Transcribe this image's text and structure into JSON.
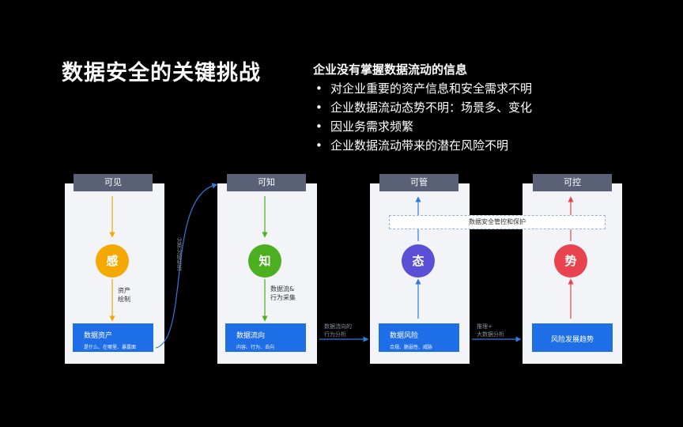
{
  "title": "数据安全的关键挑战",
  "info": {
    "head": "企业没有掌握数据流动的信息",
    "bullets": [
      "对企业重要的资产信息和安全需求不明",
      "企业数据流动态势不明：场景多、变化",
      "因业务需求频繁",
      "企业数据流动带来的潜在风险不明"
    ]
  },
  "stages": [
    {
      "header": "可见",
      "circle": "感",
      "circle_color": "#f5a800",
      "side_label_1": "资产",
      "side_label_2": "绘制",
      "box_title": "数据资产",
      "box_sub": "是什么、在哪里、暴露面"
    },
    {
      "header": "可知",
      "circle": "知",
      "circle_color": "#4caf1f",
      "side_label_1": "数据流&",
      "side_label_2": "行为采集",
      "box_title": "数据流向",
      "box_sub": "内容、行为、去向"
    },
    {
      "header": "可管",
      "circle": "态",
      "circle_color": "#5b4fd6",
      "box_title": "数据风险",
      "box_sub": "合规、脆弱性、威胁"
    },
    {
      "header": "可控",
      "circle": "势",
      "circle_color": "#e8434f",
      "box_title": "风险发展趋势"
    }
  ],
  "band_label": "数据安全管控和保护",
  "connectors": {
    "c1": "分类分级标签",
    "c2_line1": "数据流向的",
    "c2_line2": "行为分析",
    "c3_line1": "推理+",
    "c3_line2": "大数据分析"
  },
  "colors": {
    "background": "#000000",
    "header_bg": "#5a6075",
    "box_blue": "#1e6ee8",
    "arrow_blue": "#2f7be0",
    "arrow_red": "#e8434f"
  }
}
